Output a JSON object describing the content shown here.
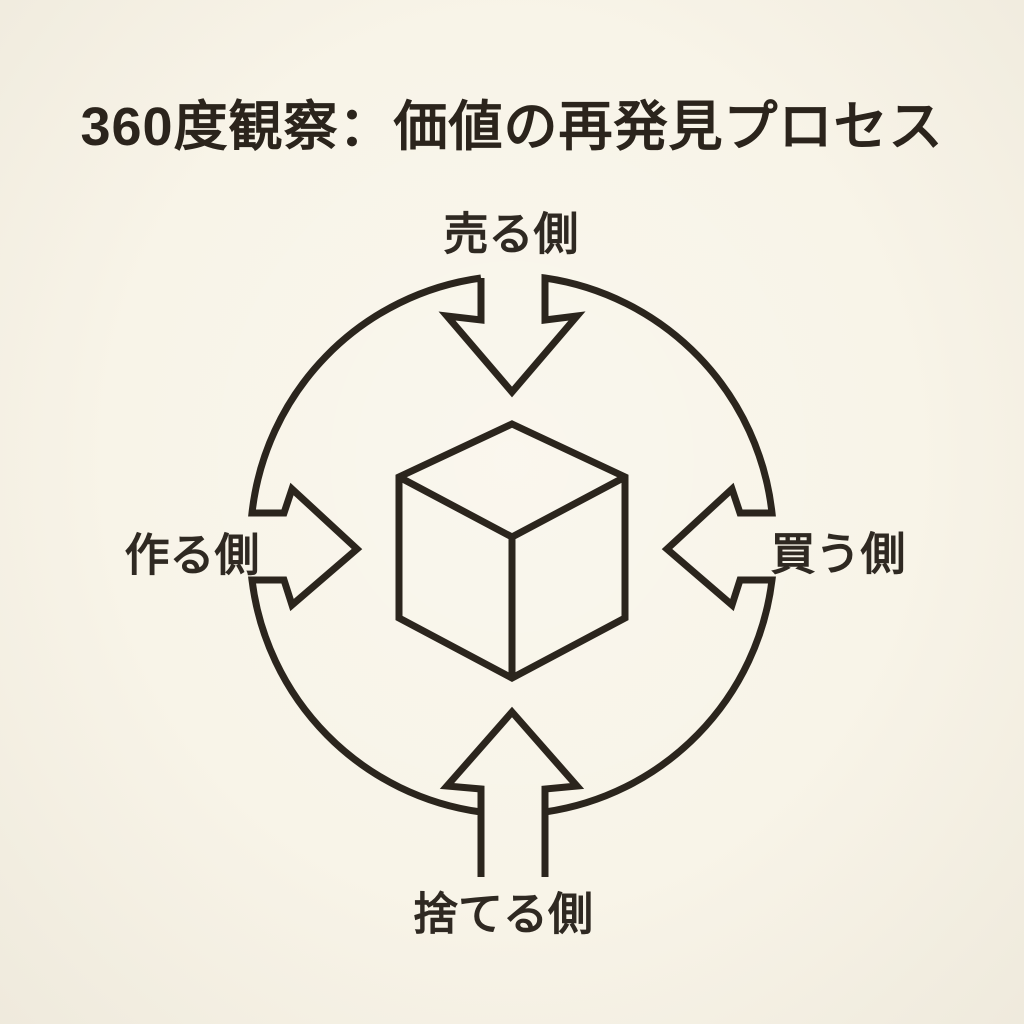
{
  "title": "360度観察：価値の再発見プロセス",
  "colors": {
    "background": "#f8f4e8",
    "ink": "#2b251d"
  },
  "diagram": {
    "type": "radial-convergence",
    "center_object": "isometric-cube",
    "labels": {
      "top": "売る側",
      "left": "作る側",
      "right": "買う側",
      "bottom": "捨てる側"
    }
  }
}
